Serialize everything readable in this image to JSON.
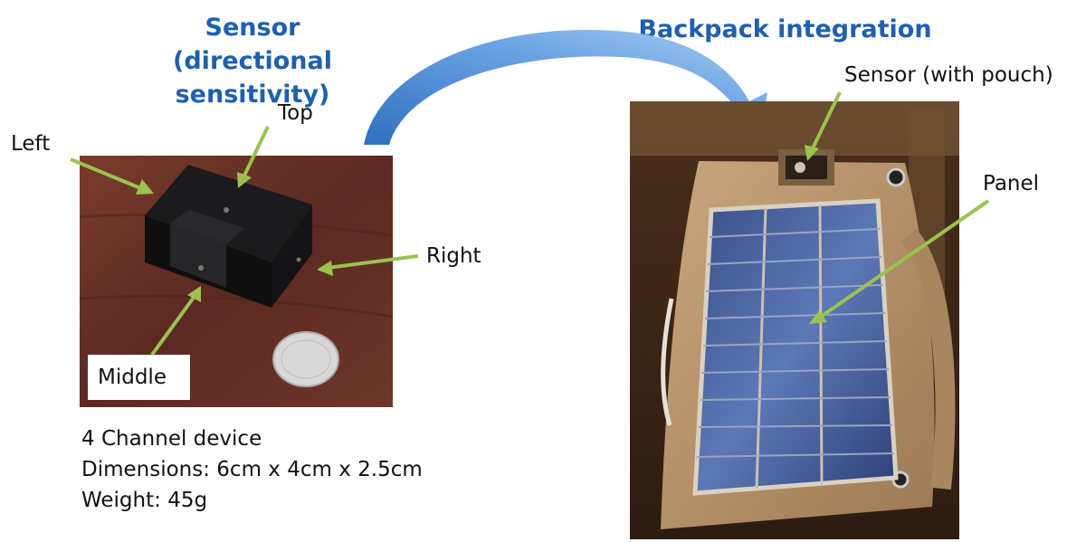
{
  "left_title": {
    "line1": "Sensor",
    "line2": "(directional sensitivity)"
  },
  "right_title": "Backpack integration",
  "sensor_labels": {
    "left": "Left",
    "top": "Top",
    "right": "Right",
    "middle": "Middle"
  },
  "specs": {
    "line1": "4 Channel device",
    "line2": "Dimensions: 6cm x 4cm x 2.5cm",
    "line3": "Weight: 45g"
  },
  "backpack_labels": {
    "sensor": "Sensor (with pouch)",
    "panel": "Panel"
  },
  "colors": {
    "title": "#1f5fae",
    "arrow_green": "#9bc24f",
    "curved_arrow": "#4a86d4"
  }
}
